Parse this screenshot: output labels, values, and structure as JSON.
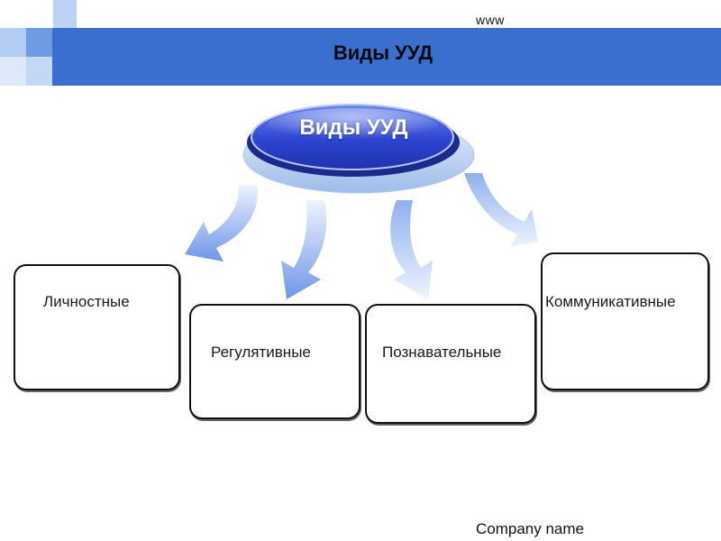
{
  "header": {
    "website": "www",
    "title": "Виды УУД"
  },
  "center": {
    "label": "Виды УУД"
  },
  "boxes": [
    {
      "label": "Личностные"
    },
    {
      "label": "Регулятивные"
    },
    {
      "label": "Познавательные"
    },
    {
      "label": "Коммуникативные"
    }
  ],
  "footer": {
    "company": "Company name"
  },
  "colors": {
    "banner": "#3a6fd0",
    "ellipse": "#2f4fd8",
    "arrow_dark": "#6f94e8",
    "arrow_light": "#cfe0fb"
  }
}
